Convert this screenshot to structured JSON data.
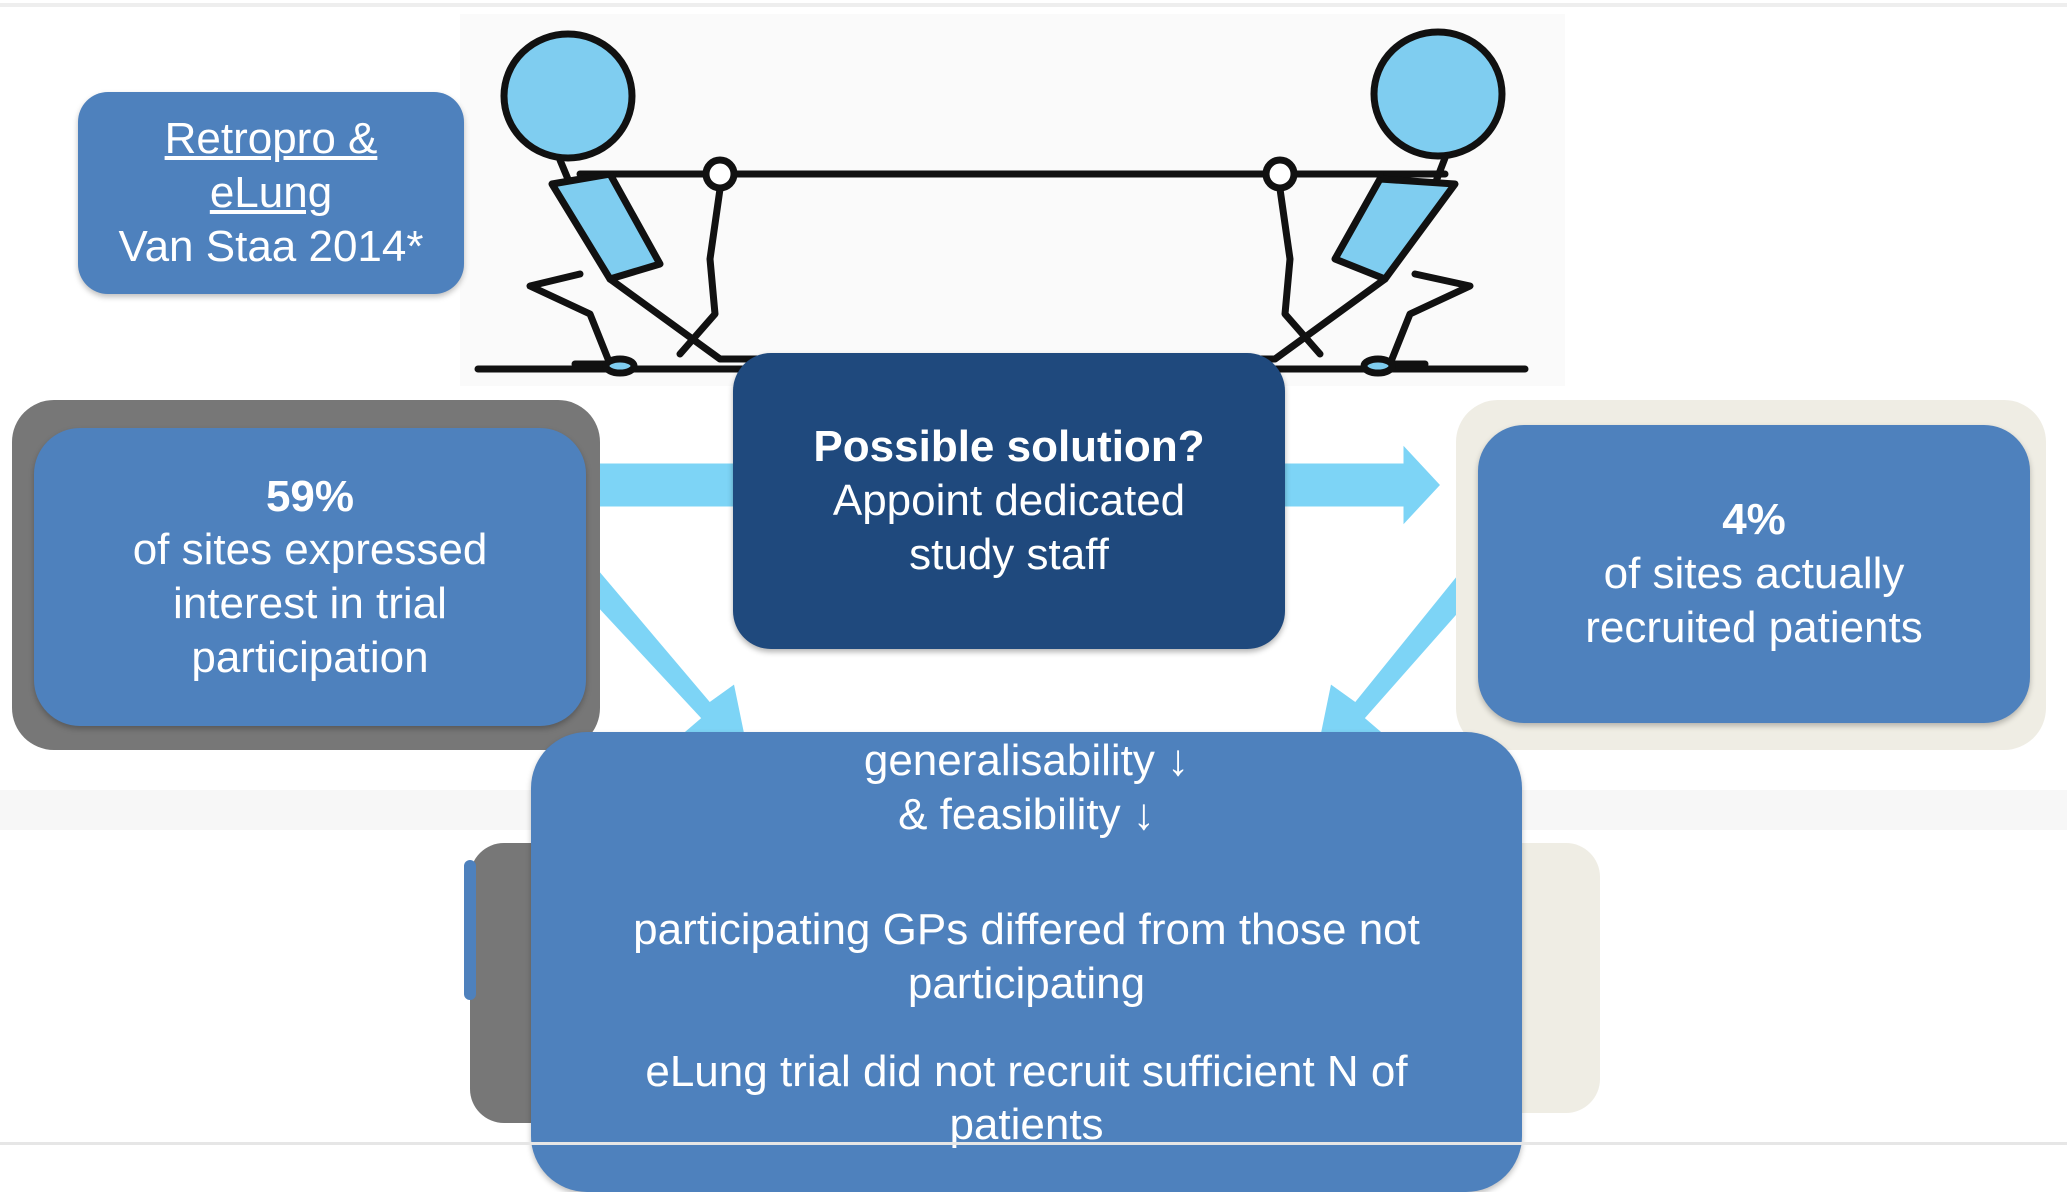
{
  "citation": {
    "line1": "Retropro &",
    "line2": "eLung",
    "line3": "Van Staa 2014*"
  },
  "left_box": {
    "stat": "59%",
    "text1": "of sites expressed",
    "text2": "interest in trial",
    "text3": "participation"
  },
  "solution_box": {
    "title": "Possible solution?",
    "text1": "Appoint dedicated",
    "text2": "study staff"
  },
  "right_box": {
    "stat": "4%",
    "text1": "of sites actually",
    "text2": "recruited patients"
  },
  "bottom_box": {
    "line1": "generalisability ↓",
    "line2": "& feasibility ↓",
    "para1a": "participating GPs differed from those not",
    "para1b": "participating",
    "para2a": "eLung trial did not recruit sufficient N of",
    "para2b": "patients"
  },
  "colors": {
    "box_blue": "#4e81bd",
    "dark_blue": "#1f497d",
    "arrow_cyan": "#7dd4f6",
    "frame_grey": "#777777",
    "frame_cream": "#efede4"
  }
}
